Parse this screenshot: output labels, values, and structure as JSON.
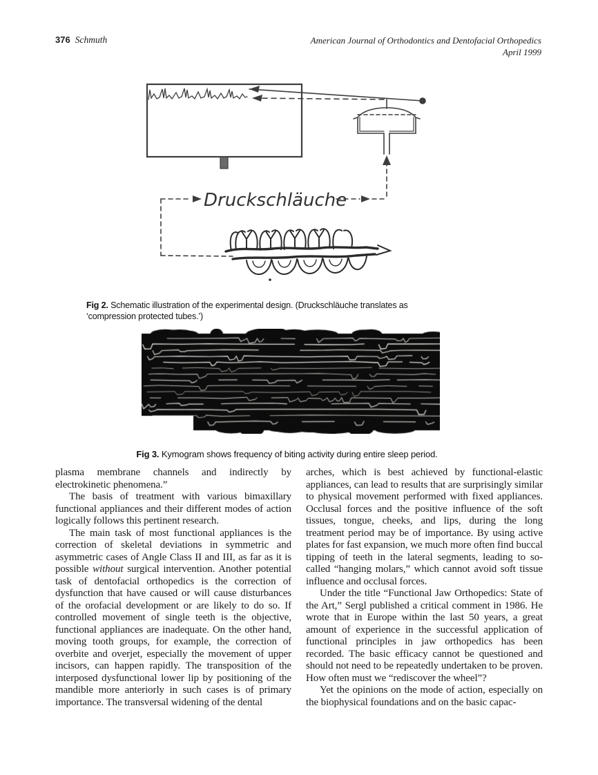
{
  "header": {
    "page_number": "376",
    "author": "Schmuth",
    "journal_title": "American Journal of Orthodontics and Dentofacial Orthopedics",
    "issue_date": "April 1999"
  },
  "figure2": {
    "diagram_label": "Druckschläuche",
    "caption_label": "Fig 2.",
    "caption_text": "Schematic illustration of the experimental design. (Druckschläuche translates as ‘compression protected tubes.’)"
  },
  "figure3": {
    "caption_label": "Fig 3.",
    "caption_text": "Kymogram shows frequency of biting activity during entire sleep period."
  },
  "body": {
    "left_column": {
      "p1": "plasma membrane channels and indirectly by electrokinetic phenomena.”",
      "p2": "The basis of treatment with various bimaxillary functional appliances and their different modes of action logically follows this pertinent research.",
      "p3_before": "The main task of most functional appliances is the correction of skeletal deviations in symmetric and asymmetric cases of Angle Class II and III, as far as it is possible ",
      "p3_italic": "without",
      "p3_after": " surgical intervention. Another potential task of dentofacial orthopedics is the correction of dysfunction that have caused or will cause disturbances of the orofacial development or are likely to do so. If controlled movement of single teeth is the objective, functional appliances are inadequate. On the other hand, moving tooth groups, for example, the correction of overbite and overjet, especially the movement of upper incisors, can happen rapidly. The transposition of the interposed dysfunctional lower lip by positioning of the mandible more anteriorly in such cases is of primary importance. The transversal widening of the dental"
    },
    "right_column": {
      "p1": "arches, which is best achieved by functional-elastic appliances, can lead to results that are surprisingly similar to physical movement performed with fixed appliances. Occlusal forces and the positive influence of the soft tissues, tongue, cheeks, and lips, during the long treatment period may be of importance. By using active plates for fast expansion, we much more often find buccal tipping of teeth in the lateral segments, leading to so-called “hanging molars,” which cannot avoid soft tissue influence and occlusal forces.",
      "p2": "Under the title “Functional Jaw Orthopedics: State of the Art,” Sergl published a critical comment in 1986. He wrote that in Europe within the last 50 years, a great amount of experience in the successful application of functional principles in jaw orthopedics has been recorded. The basic efficacy cannot be questioned and should not need to be repeatedly undertaken to be proven. How often must we “rediscover the wheel”?",
      "p3": "Yet the opinions on the mode of action, especially on the biophysical foundations and on the basic capac-"
    }
  },
  "colors": {
    "ink": "#1b1b1b",
    "diagram_stroke": "#3d3d3d",
    "kymogram_background": "#0c0c0c",
    "kymogram_trace": "#e6e4de"
  }
}
